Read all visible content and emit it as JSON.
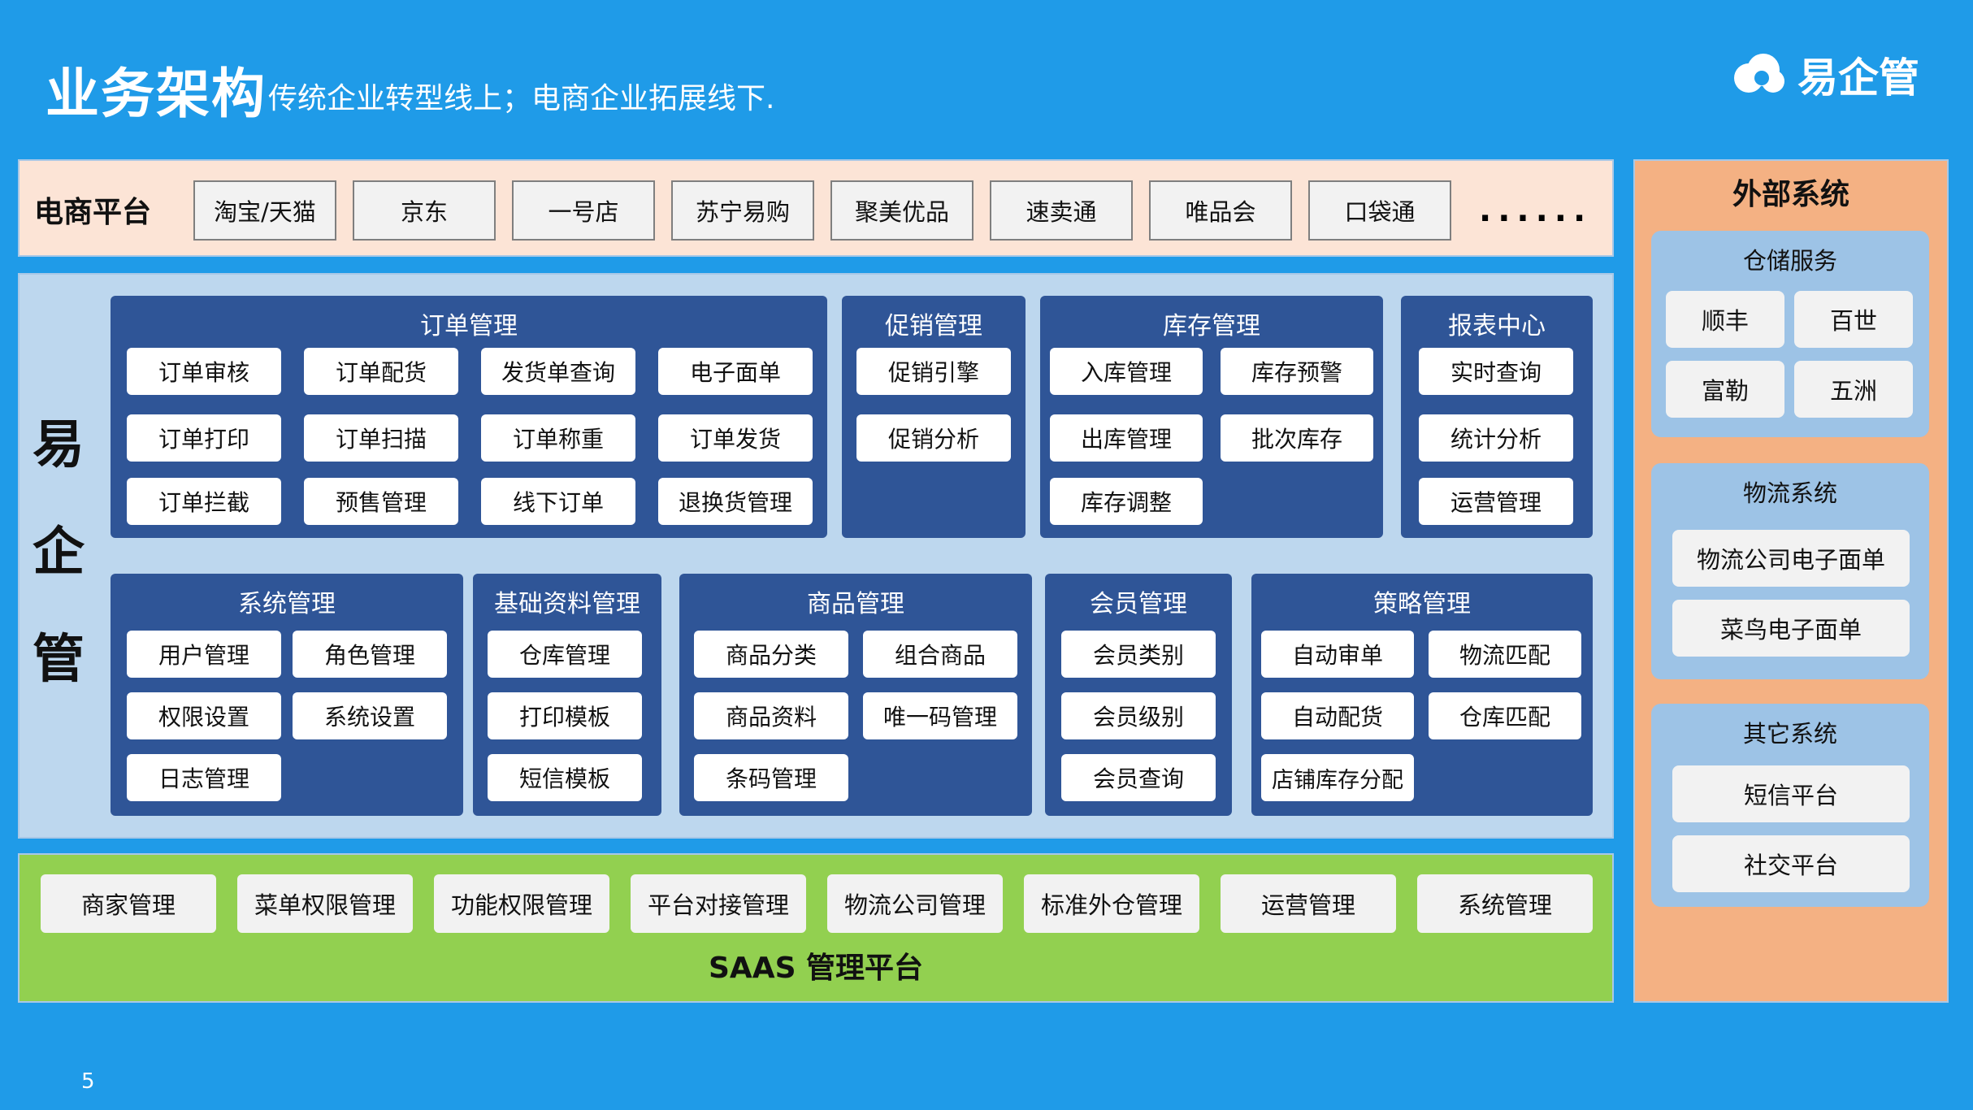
{
  "header": {
    "title": "业务架构",
    "subtitle": "传统企业转型线上；电商企业拓展线下.",
    "logo_text": "易企管",
    "page_number": "5"
  },
  "ecommerce": {
    "label": "电商平台",
    "platforms": [
      "淘宝/天猫",
      "京东",
      "一号店",
      "苏宁易购",
      "聚美优品",
      "速卖通",
      "唯品会",
      "口袋通"
    ],
    "more": "......"
  },
  "main": {
    "vertical_label": [
      "易",
      "企",
      "管"
    ],
    "modules": [
      {
        "title": "订单管理",
        "items": [
          "订单审核",
          "订单配货",
          "发货单查询",
          "电子面单",
          "订单打印",
          "订单扫描",
          "订单称重",
          "订单发货",
          "订单拦截",
          "预售管理",
          "线下订单",
          "退换货管理"
        ]
      },
      {
        "title": "促销管理",
        "items": [
          "促销引擎",
          "促销分析"
        ]
      },
      {
        "title": "库存管理",
        "items": [
          "入库管理",
          "库存预警",
          "出库管理",
          "批次库存",
          "库存调整"
        ]
      },
      {
        "title": "报表中心",
        "items": [
          "实时查询",
          "统计分析",
          "运营管理"
        ]
      },
      {
        "title": "系统管理",
        "items": [
          "用户管理",
          "角色管理",
          "权限设置",
          "系统设置",
          "日志管理"
        ]
      },
      {
        "title": "基础资料管理",
        "items": [
          "仓库管理",
          "打印模板",
          "短信模板"
        ]
      },
      {
        "title": "商品管理",
        "items": [
          "商品分类",
          "组合商品",
          "商品资料",
          "唯一码管理",
          "条码管理"
        ]
      },
      {
        "title": "会员管理",
        "items": [
          "会员类别",
          "会员级别",
          "会员查询"
        ]
      },
      {
        "title": "策略管理",
        "items": [
          "自动审单",
          "物流匹配",
          "自动配货",
          "仓库匹配",
          "店铺库存分配"
        ]
      }
    ]
  },
  "saas": {
    "title": "SAAS 管理平台",
    "items": [
      "商家管理",
      "菜单权限管理",
      "功能权限管理",
      "平台对接管理",
      "物流公司管理",
      "标准外仓管理",
      "运营管理",
      "系统管理"
    ]
  },
  "external": {
    "title": "外部系统",
    "groups": [
      {
        "title": "仓储服务",
        "items": [
          "顺丰",
          "百世",
          "富勒",
          "五洲"
        ]
      },
      {
        "title": "物流系统",
        "items": [
          "物流公司电子面单",
          "菜鸟电子面单"
        ]
      },
      {
        "title": "其它系统",
        "items": [
          "短信平台",
          "社交平台"
        ]
      }
    ]
  },
  "colors": {
    "background": "#1f9be8",
    "module": "#2f5597",
    "main_panel": "#bdd7ee",
    "ecommerce_panel": "#fce4d6",
    "saas_panel": "#92d050",
    "external_panel": "#f4b183",
    "external_group": "#9dc3e6"
  }
}
